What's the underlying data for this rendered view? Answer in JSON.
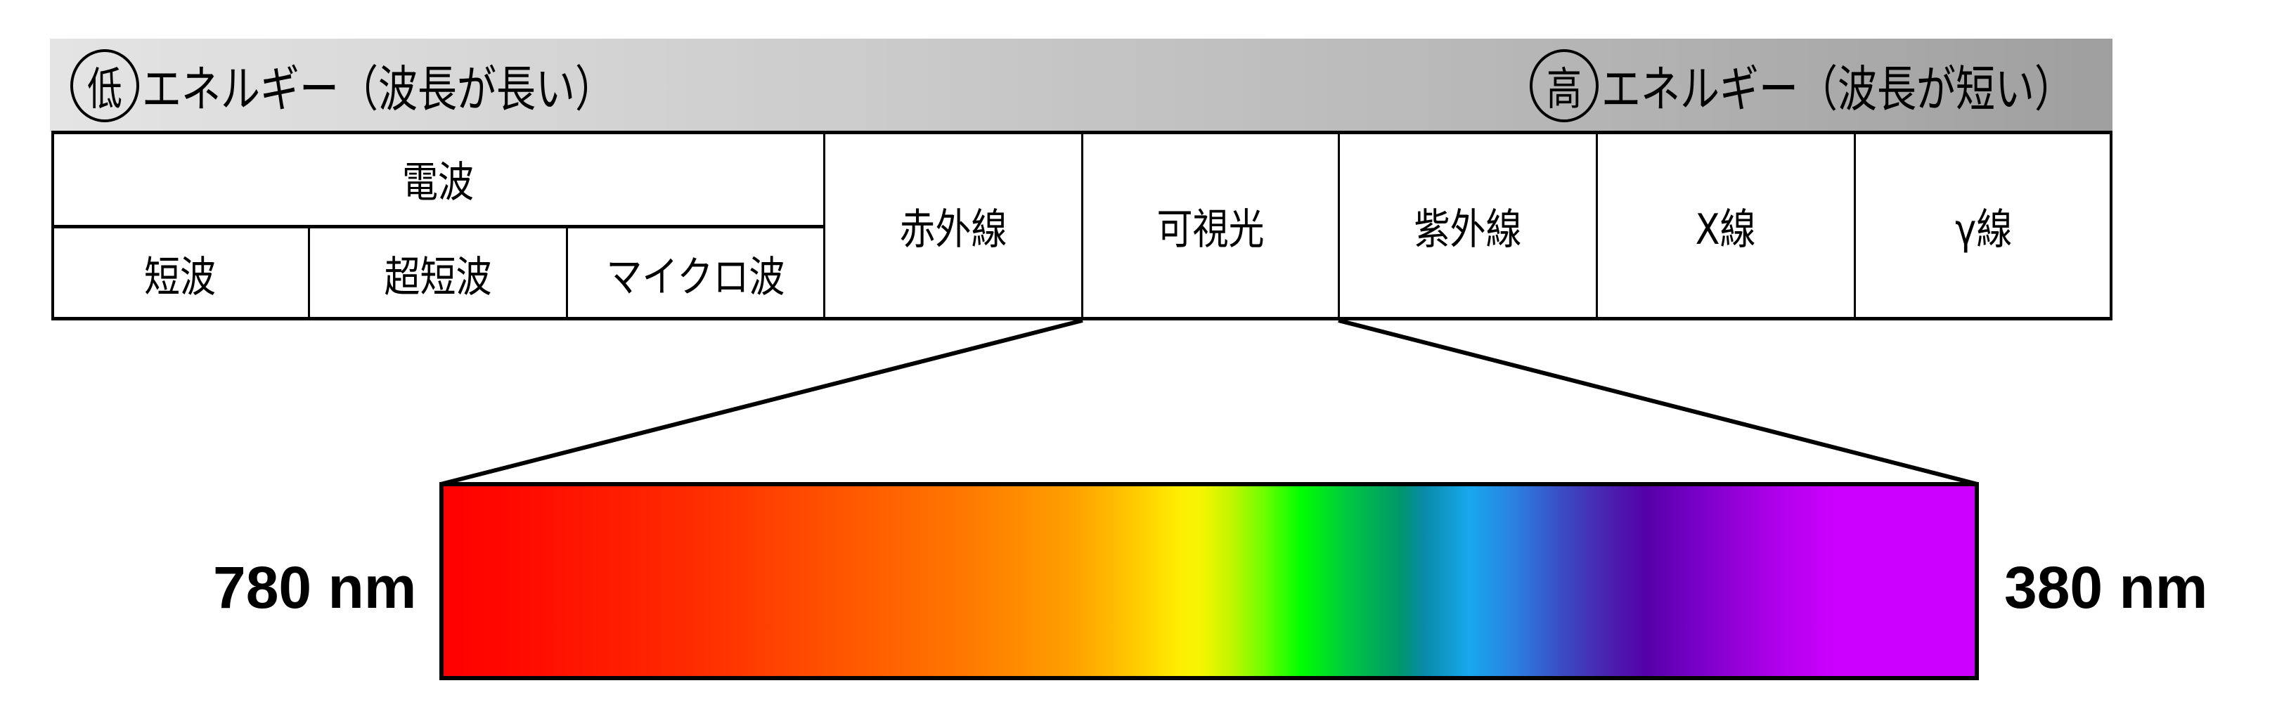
{
  "energy_band": {
    "low": {
      "circle_char": "低",
      "text": "エネルギー（波長が長い）"
    },
    "high": {
      "circle_char": "高",
      "text": "エネルギー（波長が短い）"
    },
    "gradient_colors": [
      "#e4e4e4",
      "#9f9f9f"
    ]
  },
  "table": {
    "radio_wave": {
      "label": "電波",
      "subtypes": [
        "短波",
        "超短波",
        "マイクロ波"
      ]
    },
    "columns": [
      "赤外線",
      "可視光",
      "紫外線",
      "X線",
      "γ線"
    ]
  },
  "spectrum": {
    "left_label": "780 nm",
    "right_label": "380 nm",
    "colors": [
      "#ff0000",
      "#ff5500",
      "#ffa000",
      "#ffee00",
      "#00ff00",
      "#00966c",
      "#18a8ee",
      "#5500a8",
      "#cc00ff"
    ]
  }
}
